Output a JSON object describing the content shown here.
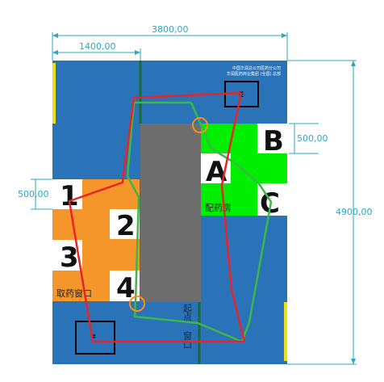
{
  "dimensions": {
    "total_width": "3800,00",
    "left_offset": "1400,00",
    "total_height": "4900,00",
    "b_box_height": "500,00",
    "left_box_height": "500,00"
  },
  "header_text": {
    "line1": "中国华润总公司医药分公司",
    "line2": "华润医药商业集团 (全国) 总部"
  },
  "markers": {
    "top_box": "E",
    "bottom_box": "F"
  },
  "zones": {
    "pharmacy": {
      "label": "配药房",
      "letters": [
        "A",
        "B",
        "C"
      ],
      "color": "#00ee00"
    },
    "pickup": {
      "label": "取药窗口",
      "numbers": [
        "1",
        "2",
        "3",
        "4"
      ],
      "color": "#f5962a"
    }
  },
  "start_label": "起点",
  "exit_label": "窗口",
  "colors": {
    "floor": "#2a73b8",
    "counter": "#6e6e6e",
    "red_route": "#e8232a",
    "green_route": "#3cb84a",
    "divider": "#1a6b3a",
    "door": "#e8e21c",
    "highlight": "#ff8c1a",
    "dimension": "#2aa8c6"
  }
}
